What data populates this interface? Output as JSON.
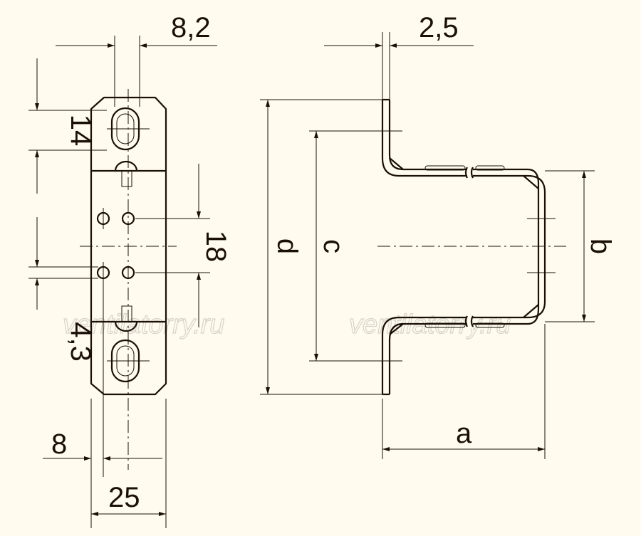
{
  "watermark": {
    "left": "ventilatorry.ru",
    "right": "ventilatorry.ru"
  },
  "dimensions": {
    "slot_width": "8,2",
    "slot_spacing": "14",
    "hole_spacing": "18",
    "hole_diameter": "4,3",
    "edge_offset": "8",
    "plate_width": "25",
    "sheet_thickness": "2,5",
    "overall_height": "d",
    "inner_flange_span": "c",
    "inner_height": "b",
    "depth": "a"
  }
}
